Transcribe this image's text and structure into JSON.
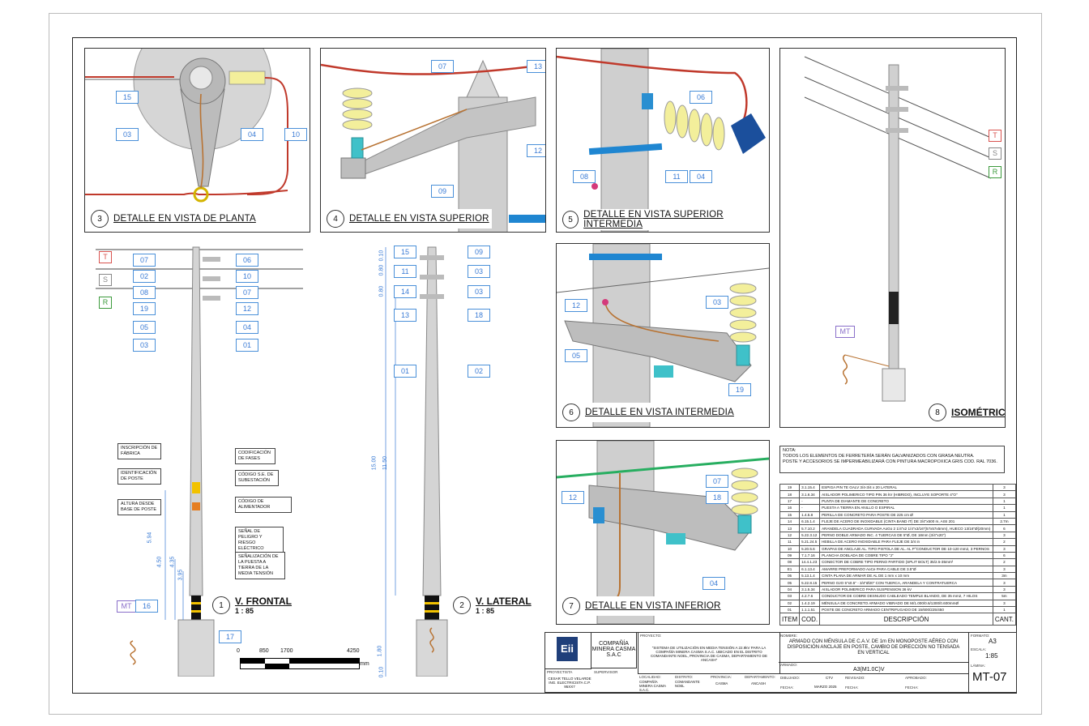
{
  "views": {
    "v3": {
      "num": "3",
      "title": "DETALLE EN VISTA DE PLANTA"
    },
    "v4": {
      "num": "4",
      "title": "DETALLE EN VISTA SUPERIOR"
    },
    "v5": {
      "num": "5",
      "title": "DETALLE EN VISTA SUPERIOR INTERMEDIA"
    },
    "v6": {
      "num": "6",
      "title": "DETALLE EN VISTA INTERMEDIA"
    },
    "v7": {
      "num": "7",
      "title": "DETALLE EN VISTA INFERIOR"
    },
    "v8": {
      "num": "8",
      "title": "ISOMÉTRICO"
    },
    "v1": {
      "num": "1",
      "title": "V. FRONTAL",
      "scale": "1 : 85"
    },
    "v2": {
      "num": "2",
      "title": "V. LATERAL",
      "scale": "1 : 85"
    }
  },
  "tags": {
    "p3": [
      "15",
      "03",
      "04",
      "10"
    ],
    "p4": [
      "07",
      "13",
      "12",
      "09"
    ],
    "p5": [
      "06",
      "08",
      "11",
      "04"
    ],
    "p6": [
      "12",
      "03",
      "05",
      "19"
    ],
    "p7": [
      "12",
      "07",
      "18",
      "04"
    ],
    "front_left": [
      "07",
      "02",
      "08",
      "19",
      "05",
      "03"
    ],
    "front_right": [
      "06",
      "10",
      "07",
      "12",
      "04",
      "01"
    ],
    "side_left": [
      "15",
      "11",
      "14",
      "13",
      "01"
    ],
    "side_right": [
      "09",
      "03",
      "03",
      "18",
      "02"
    ],
    "bottom": [
      "16",
      "17"
    ]
  },
  "phases": {
    "t": "T",
    "s": "S",
    "r": "R",
    "mt": "MT"
  },
  "signs": {
    "left": [
      "INSCRIPCIÓN DE FÁBRICA",
      "IDENTIFICACIÓN DE POSTE",
      "ALTURA DESDE BASE DE POSTE"
    ],
    "right": [
      "CODIFICACIÓN DE FASES",
      "CÓDIGO S.E. DE SUBESTACIÓN",
      "CÓDIGO DE ALIMENTADOR",
      "SEÑAL DE PELIGRO Y RIESGO ELÉCTRICO",
      "SEÑALIZACIÓN DE LA PUESTA A TIERRA DE LA MEDIA TENSIÓN"
    ]
  },
  "dims": {
    "front": [
      "5.94",
      "4.50",
      "4.35",
      "3.95"
    ],
    "side": [
      "15.00",
      "11.50",
      "1.80",
      "0.80",
      "0.80",
      "0.10",
      "0.10"
    ]
  },
  "scalebar": {
    "labels": [
      "0",
      "850",
      "1700",
      "4250"
    ],
    "unit": "mm"
  },
  "note": {
    "title": "NOTA:",
    "lines": [
      "TODOS LOS ELEMENTOS DE FERRETERÍA SERÁN GALVANIZADOS CON GRASA NEUTRA.",
      "POSTE Y ACCESORIOS SE IMPERMEABILIZARÁ CON PINTURA MACROPOXICA GRIS COD. RAL 7036."
    ]
  },
  "parts_table": {
    "headers": [
      "ITEM",
      "COD.",
      "DESCRIPCIÓN",
      "CANT."
    ],
    "rows": [
      [
        "19",
        "3.1.15.4",
        "ESPIGA PIN TE GALV 3/4-3/4 x 20 LATERAL",
        "3"
      ],
      [
        "18",
        "3.1.6.34",
        "AISLADOR POLIMERICO TIPO PIN 36 kV (HIBRIDO), INCLUYE SOPORTE 4\"O\"",
        "3"
      ],
      [
        "17",
        "-",
        "PUNTA DE DIAMANTE DE CONCRETO",
        "1"
      ],
      [
        "16",
        "-",
        "PUESTA A TIERRA EN ANILLO O ESPIRAL",
        "1"
      ],
      [
        "15",
        "1.4.5.8",
        "PERILLA DE CONCRETO PARA POSTE DE 225 cm Ø",
        "1"
      ],
      [
        "14",
        "6.15.1.4",
        "FLEJE DE ACERO DE INOXIDABLE (CINTA BAND IT) DE 3/4\"x500 m, AISI 201",
        "2.7m"
      ],
      [
        "13",
        "5.7.10.2",
        "ARANDELA CUADRADA CURVADA AoGo 2 1/4\"x2 1/4\"x3/16\"(57x57x5mm), HUECO 13/16\"Ø(20mm)",
        "6"
      ],
      [
        "12",
        "5.22.3.12",
        "PERNO DOBLE ARMADO INC. 4 TUERCAS DE 5\"Ø, DE 18mm (3/4\"x20\")",
        "3"
      ],
      [
        "11",
        "5.21.24.5",
        "HEBILLA DE ACERO INOXIDABLE PARA FLEJE DE 3/4 in",
        "2"
      ],
      [
        "10",
        "5.20.5.6",
        "GRAPAS DE ANCLAJE AL. TIPO PISTOLA DE AL. AL P°CONDUCTOR DE 10-120 mm2, 3 PERNOS",
        "3"
      ],
      [
        "09",
        "7.1.7.16",
        "PLANCHA DOBLADA DE COBRE TIPO \"J\"",
        "6"
      ],
      [
        "08",
        "14.4.1.23",
        "CONECTOR DE COBRE TIPO PERNO PARTIDO (SPLIT BOLT) 35/2.5-35mm²",
        "2"
      ],
      [
        "E1",
        "6.1.13.4",
        "AMARRE PREFORMADO AoCe PARA CABLE DE 3.5\"Ø",
        "3"
      ],
      [
        "05",
        "5.13.1.4",
        "CINTA PLANA DE ARMAR DE AL DE 1 mm x 10 mm",
        "3m"
      ],
      [
        "05",
        "5.22.8.15",
        "PERNO OJO 5\"x0.5\" - 3/4\"Ø20\" CON TUERCA, ARANDELA Y CONTRATUERCA",
        "3"
      ],
      [
        "04",
        "3.1.5.34",
        "AISLADOR POLIMERICO PARA SUSPENSION 36 kV",
        "3"
      ],
      [
        "03",
        "4.2.7.6",
        "CONDUCTOR DE COBRE DESNUDO CABLEADO TEMPLE BLANDO, DE 35 mm2, 7 HILOS",
        "5m"
      ],
      [
        "02",
        "1.4.2.19",
        "MÉNSULA DE CONCRETO ARMADO VIBRADO DE M/1.000/0.6/1300/0.600mmØ",
        "3"
      ],
      [
        "01",
        "1.1.1.51",
        "POSTE DE CONCRETO ARMADO CENTRIFUGADO DE 15/600/225/450",
        "1"
      ]
    ]
  },
  "title_block": {
    "company": "COMPAÑÍA MINERA CASMA S.A.C",
    "logo_text": "Eii",
    "proyectista_label": "PROYECTISTA",
    "proyectista": "CESAR TELLO VELARDE ING. ELECTRICISTA C.P. 95XX7",
    "supervisor_label": "SUPERVISOR",
    "proyecto_label": "PROYECTO:",
    "proyecto": "\"SISTEMA DE UTILIZACIÓN EN MEDIA TENSIÓN A 22.9kV PARA LA COMPAÑÍA MINERA CASMA S.A.C. UBICADO EN EL DISTRITO COMANDANTE NOEL, PROVINCIA DE CASMA, DEPARTAMENTO DE ANCASH\"",
    "nombre_label": "NOMBRE:",
    "nombre": "ARMADO CON MÉNSULA DE C.A.V. DE 1m EN MONOPOSTE AÉREO CON DISPOSICIÓN ANCLAJE EN POSTE, CAMBIO DE DIRECCIÓN NO TENSADA EN VERTICAL",
    "armado_label": "ARMADO:",
    "armado": "A3(M1.0C)V",
    "formato_label": "FORMATO:",
    "formato": "A3",
    "escala_label": "ESCALA:",
    "escala": "1:85",
    "lamina_label": "LÁMINA:",
    "lamina": "MT-07",
    "localidad_label": "LOCALIDAD:",
    "localidad": "COMPAÑÍA MINERA CASMA S.A.C.",
    "distrito_label": "DISTRITO:",
    "distrito": "COMANDANTE NOEL",
    "provincia_label": "PROVINCIA:",
    "provincia": "CASMA",
    "departamento_label": "DEPARTAMENTO:",
    "departamento": "ANCASH",
    "dibujado_label": "DIBUJADO:",
    "dibujado": "CTV",
    "revisado_label": "REVISADO:",
    "aprobado_label": "APROBADO:",
    "fecha_label": "FECHA:",
    "fecha": "MARZO 2025"
  },
  "colors": {
    "tag": "#3a7bd5",
    "red_conductor": "#c0392b",
    "green_conductor": "#27ae60",
    "insulator": "#f3ef9b",
    "concrete": "#c8c8c8",
    "phase_t": "#d9534f",
    "phase_s": "#888888",
    "phase_r": "#3c9a3c"
  }
}
